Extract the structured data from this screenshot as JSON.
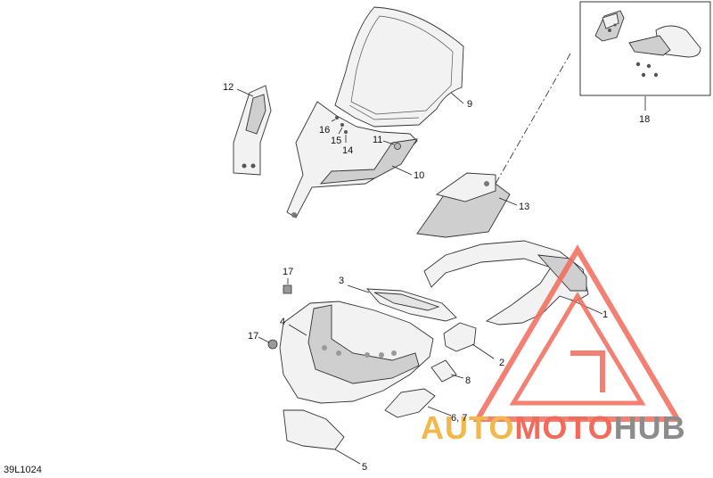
{
  "diagram_code": "39L1024",
  "callouts": {
    "c1": "1",
    "c2": "2",
    "c3": "3",
    "c4": "4",
    "c5": "5",
    "c67": "6, 7",
    "c8": "8",
    "c9": "9",
    "c10": "10",
    "c11": "11",
    "c12": "12",
    "c13": "13",
    "c14": "14",
    "c15": "15",
    "c16": "16",
    "c17a": "17",
    "c17b": "17",
    "c18": "18"
  },
  "watermark": {
    "part1": "AUTO",
    "part2": "MOTO",
    "part3": "HUB",
    "color_orange": "#f2b84b",
    "color_red": "#f26a5a",
    "color_grey": "#8c8c8c"
  }
}
